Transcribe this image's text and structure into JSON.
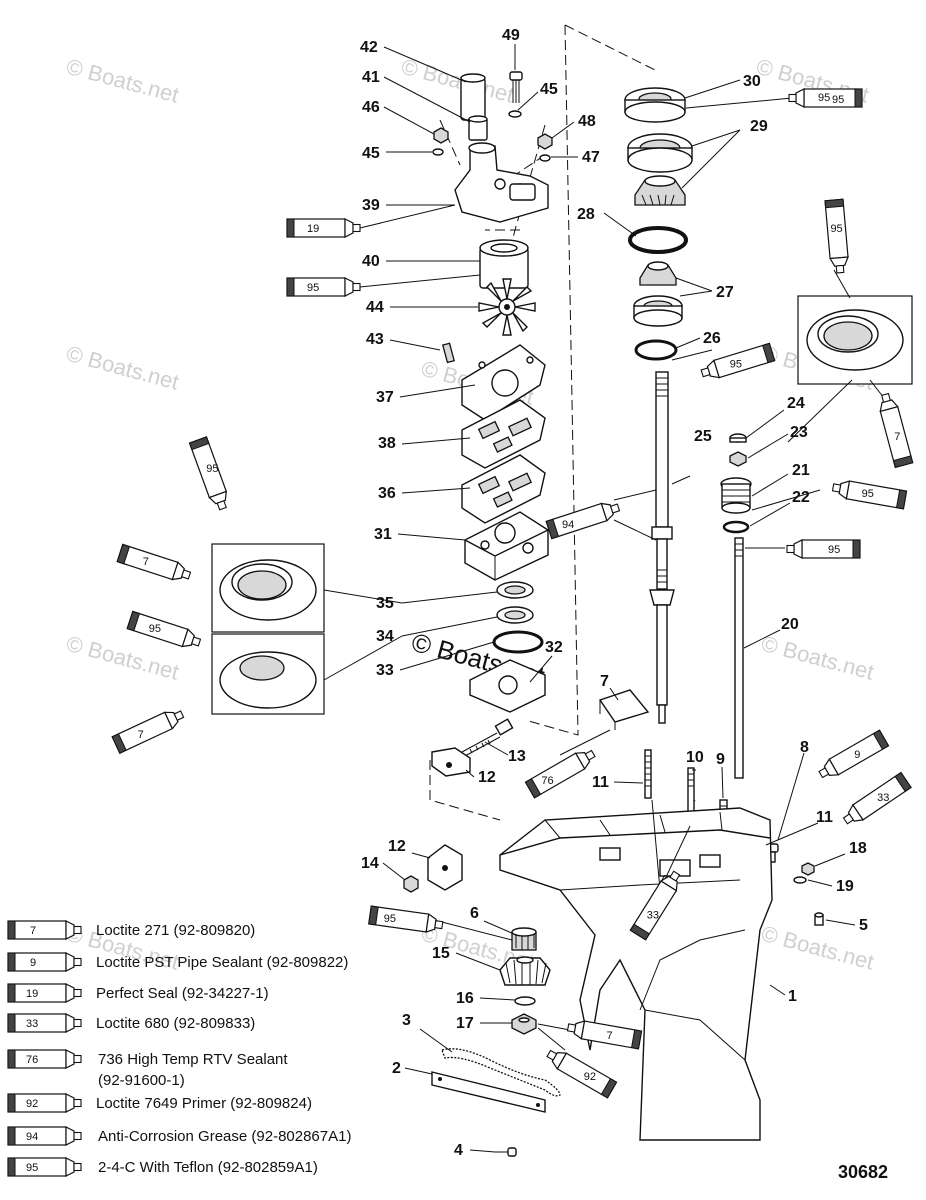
{
  "watermark": "© Boats.net",
  "figure_number": "30682",
  "callouts": [
    {
      "id": "c42",
      "text": "42"
    },
    {
      "id": "c49",
      "text": "49"
    },
    {
      "id": "c41",
      "text": "41"
    },
    {
      "id": "c45a",
      "text": "45"
    },
    {
      "id": "c46",
      "text": "46"
    },
    {
      "id": "c48",
      "text": "48"
    },
    {
      "id": "c45b",
      "text": "45"
    },
    {
      "id": "c47",
      "text": "47"
    },
    {
      "id": "c39",
      "text": "39"
    },
    {
      "id": "c40",
      "text": "40"
    },
    {
      "id": "c44",
      "text": "44"
    },
    {
      "id": "c43",
      "text": "43"
    },
    {
      "id": "c37",
      "text": "37"
    },
    {
      "id": "c38",
      "text": "38"
    },
    {
      "id": "c36",
      "text": "36"
    },
    {
      "id": "c31",
      "text": "31"
    },
    {
      "id": "c35",
      "text": "35"
    },
    {
      "id": "c34",
      "text": "34"
    },
    {
      "id": "c33",
      "text": "33"
    },
    {
      "id": "c32",
      "text": "32"
    },
    {
      "id": "c13",
      "text": "13"
    },
    {
      "id": "c12a",
      "text": "12"
    },
    {
      "id": "c7",
      "text": "7"
    },
    {
      "id": "c30",
      "text": "30"
    },
    {
      "id": "c29",
      "text": "29"
    },
    {
      "id": "c28",
      "text": "28"
    },
    {
      "id": "c27",
      "text": "27"
    },
    {
      "id": "c26",
      "text": "26"
    },
    {
      "id": "c25",
      "text": "25"
    },
    {
      "id": "c24",
      "text": "24"
    },
    {
      "id": "c23",
      "text": "23"
    },
    {
      "id": "c21",
      "text": "21"
    },
    {
      "id": "c22",
      "text": "22"
    },
    {
      "id": "c20",
      "text": "20"
    },
    {
      "id": "c11a",
      "text": "11"
    },
    {
      "id": "c10",
      "text": "10"
    },
    {
      "id": "c9",
      "text": "9"
    },
    {
      "id": "c8",
      "text": "8"
    },
    {
      "id": "c11b",
      "text": "11"
    },
    {
      "id": "c18",
      "text": "18"
    },
    {
      "id": "c19",
      "text": "19"
    },
    {
      "id": "c12b",
      "text": "12"
    },
    {
      "id": "c14",
      "text": "14"
    },
    {
      "id": "c5",
      "text": "5"
    },
    {
      "id": "c6",
      "text": "6"
    },
    {
      "id": "c15",
      "text": "15"
    },
    {
      "id": "c1",
      "text": "1"
    },
    {
      "id": "c16",
      "text": "16"
    },
    {
      "id": "c17",
      "text": "17"
    },
    {
      "id": "c3",
      "text": "3"
    },
    {
      "id": "c2",
      "text": "2"
    },
    {
      "id": "c4",
      "text": "4"
    }
  ],
  "tubes": [
    {
      "id": "t95a",
      "text": "95"
    },
    {
      "id": "t19",
      "text": "19"
    },
    {
      "id": "t95b",
      "text": "95"
    },
    {
      "id": "t95c",
      "text": "95"
    },
    {
      "id": "t95d",
      "text": "95"
    },
    {
      "id": "t7a",
      "text": "7"
    },
    {
      "id": "t95e",
      "text": "95"
    },
    {
      "id": "t7b",
      "text": "7"
    },
    {
      "id": "t95f",
      "text": "95"
    },
    {
      "id": "t7c",
      "text": "7"
    },
    {
      "id": "t95g",
      "text": "95"
    },
    {
      "id": "t94",
      "text": "94"
    },
    {
      "id": "t95h",
      "text": "95"
    },
    {
      "id": "t95i",
      "text": "95"
    },
    {
      "id": "t76",
      "text": "76"
    },
    {
      "id": "t9",
      "text": "9"
    },
    {
      "id": "t33a",
      "text": "33"
    },
    {
      "id": "t33b",
      "text": "33"
    },
    {
      "id": "t95j",
      "text": "95"
    },
    {
      "id": "t7d",
      "text": "7"
    },
    {
      "id": "t92",
      "text": "92"
    }
  ],
  "legend": [
    {
      "code": "7",
      "text": "Loctite 271 (92-809820)"
    },
    {
      "code": "9",
      "text": "Loctite PST Pipe Sealant (92-809822)"
    },
    {
      "code": "19",
      "text": "Perfect Seal (92-34227-1)"
    },
    {
      "code": "33",
      "text": "Loctite 680 (92-809833)"
    },
    {
      "code": "76",
      "text": "736 High Temp RTV Sealant",
      "text2": "(92-91600-1)"
    },
    {
      "code": "92",
      "text": "Loctite 7649 Primer (92-809824)"
    },
    {
      "code": "94",
      "text": "Anti-Corrosion Grease (92-802867A1)"
    },
    {
      "code": "95",
      "text": "2-4-C With Teflon  (92-802859A1)"
    }
  ]
}
